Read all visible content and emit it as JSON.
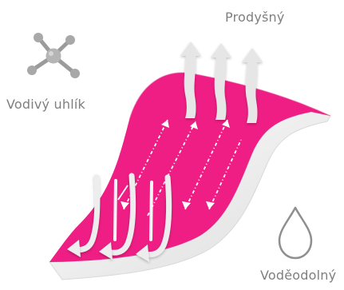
{
  "labels": {
    "breathable": "Prodyšný",
    "conductive_carbon": "Vodivý uhlík",
    "waterproof": "Voděodolný"
  },
  "icons": {
    "carbon_molecule": "molecule-icon",
    "water_drop": "water-drop-icon",
    "fabric_layer": "fabric-membrane",
    "vapor_arrows": "up-arrow-icon",
    "rain_arrows": "down-hook-arrow-icon"
  },
  "colors": {
    "fabric": "#ee1e84",
    "fabric_edge": "#f7f7f7",
    "arrow": "#e6e6e6",
    "text": "#7f7f7f",
    "molecule": "#9a9a9a"
  }
}
